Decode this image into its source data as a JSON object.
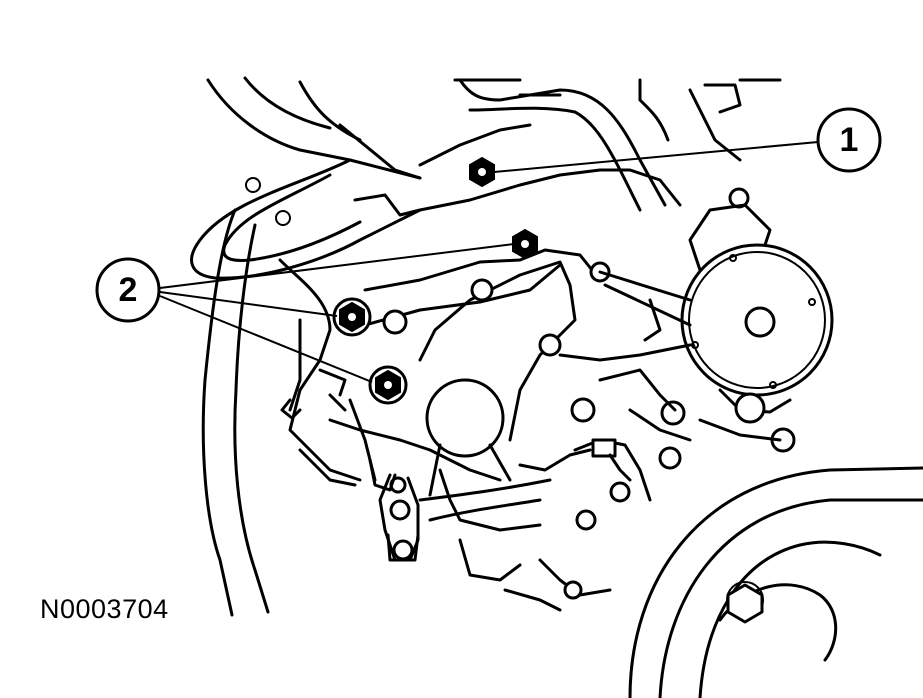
{
  "callouts": [
    {
      "id": "1",
      "label": "1"
    },
    {
      "id": "2",
      "label": "2"
    }
  ],
  "figure_code": "N0003704"
}
